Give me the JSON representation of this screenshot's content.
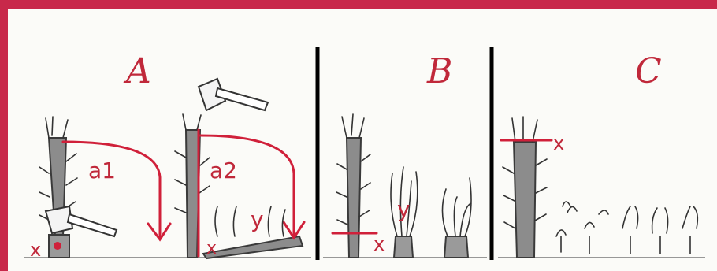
{
  "panels": [
    {
      "letter": "A",
      "labels": {
        "first_cut": "a1",
        "second_cut": "a2",
        "base_mark": "x",
        "sprouts": "y"
      }
    },
    {
      "letter": "B",
      "labels": {
        "sprouts": "y",
        "cut_mark": "x"
      }
    },
    {
      "letter": "C",
      "labels": {
        "cut_mark": "x"
      }
    }
  ],
  "colors": {
    "border": "#c8284a",
    "annotation": "#c0283a",
    "divider": "#000000"
  }
}
